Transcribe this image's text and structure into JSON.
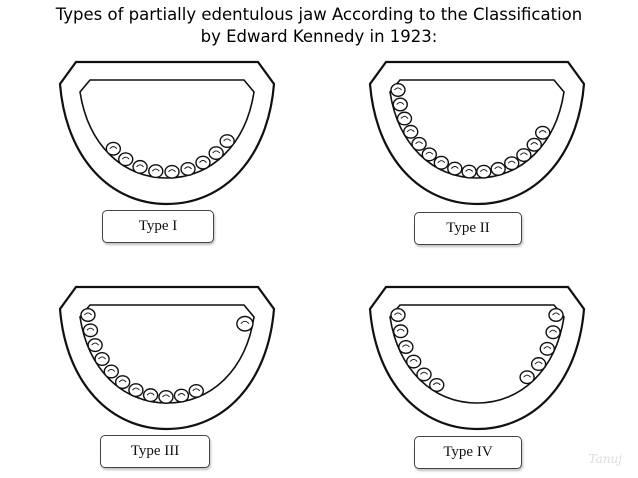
{
  "title": {
    "line1": "Types of partially edentulous jaw According to the Classification",
    "line2": "by Edward Kennedy in 1923:"
  },
  "types": [
    {
      "label": "Type I"
    },
    {
      "label": "Type II"
    },
    {
      "label": "Type III"
    },
    {
      "label": "Type IV"
    }
  ],
  "watermark": "Tanuj",
  "icons": {
    "jaw": "lower-jaw-arch-icon",
    "tooth": "tooth-icon"
  }
}
